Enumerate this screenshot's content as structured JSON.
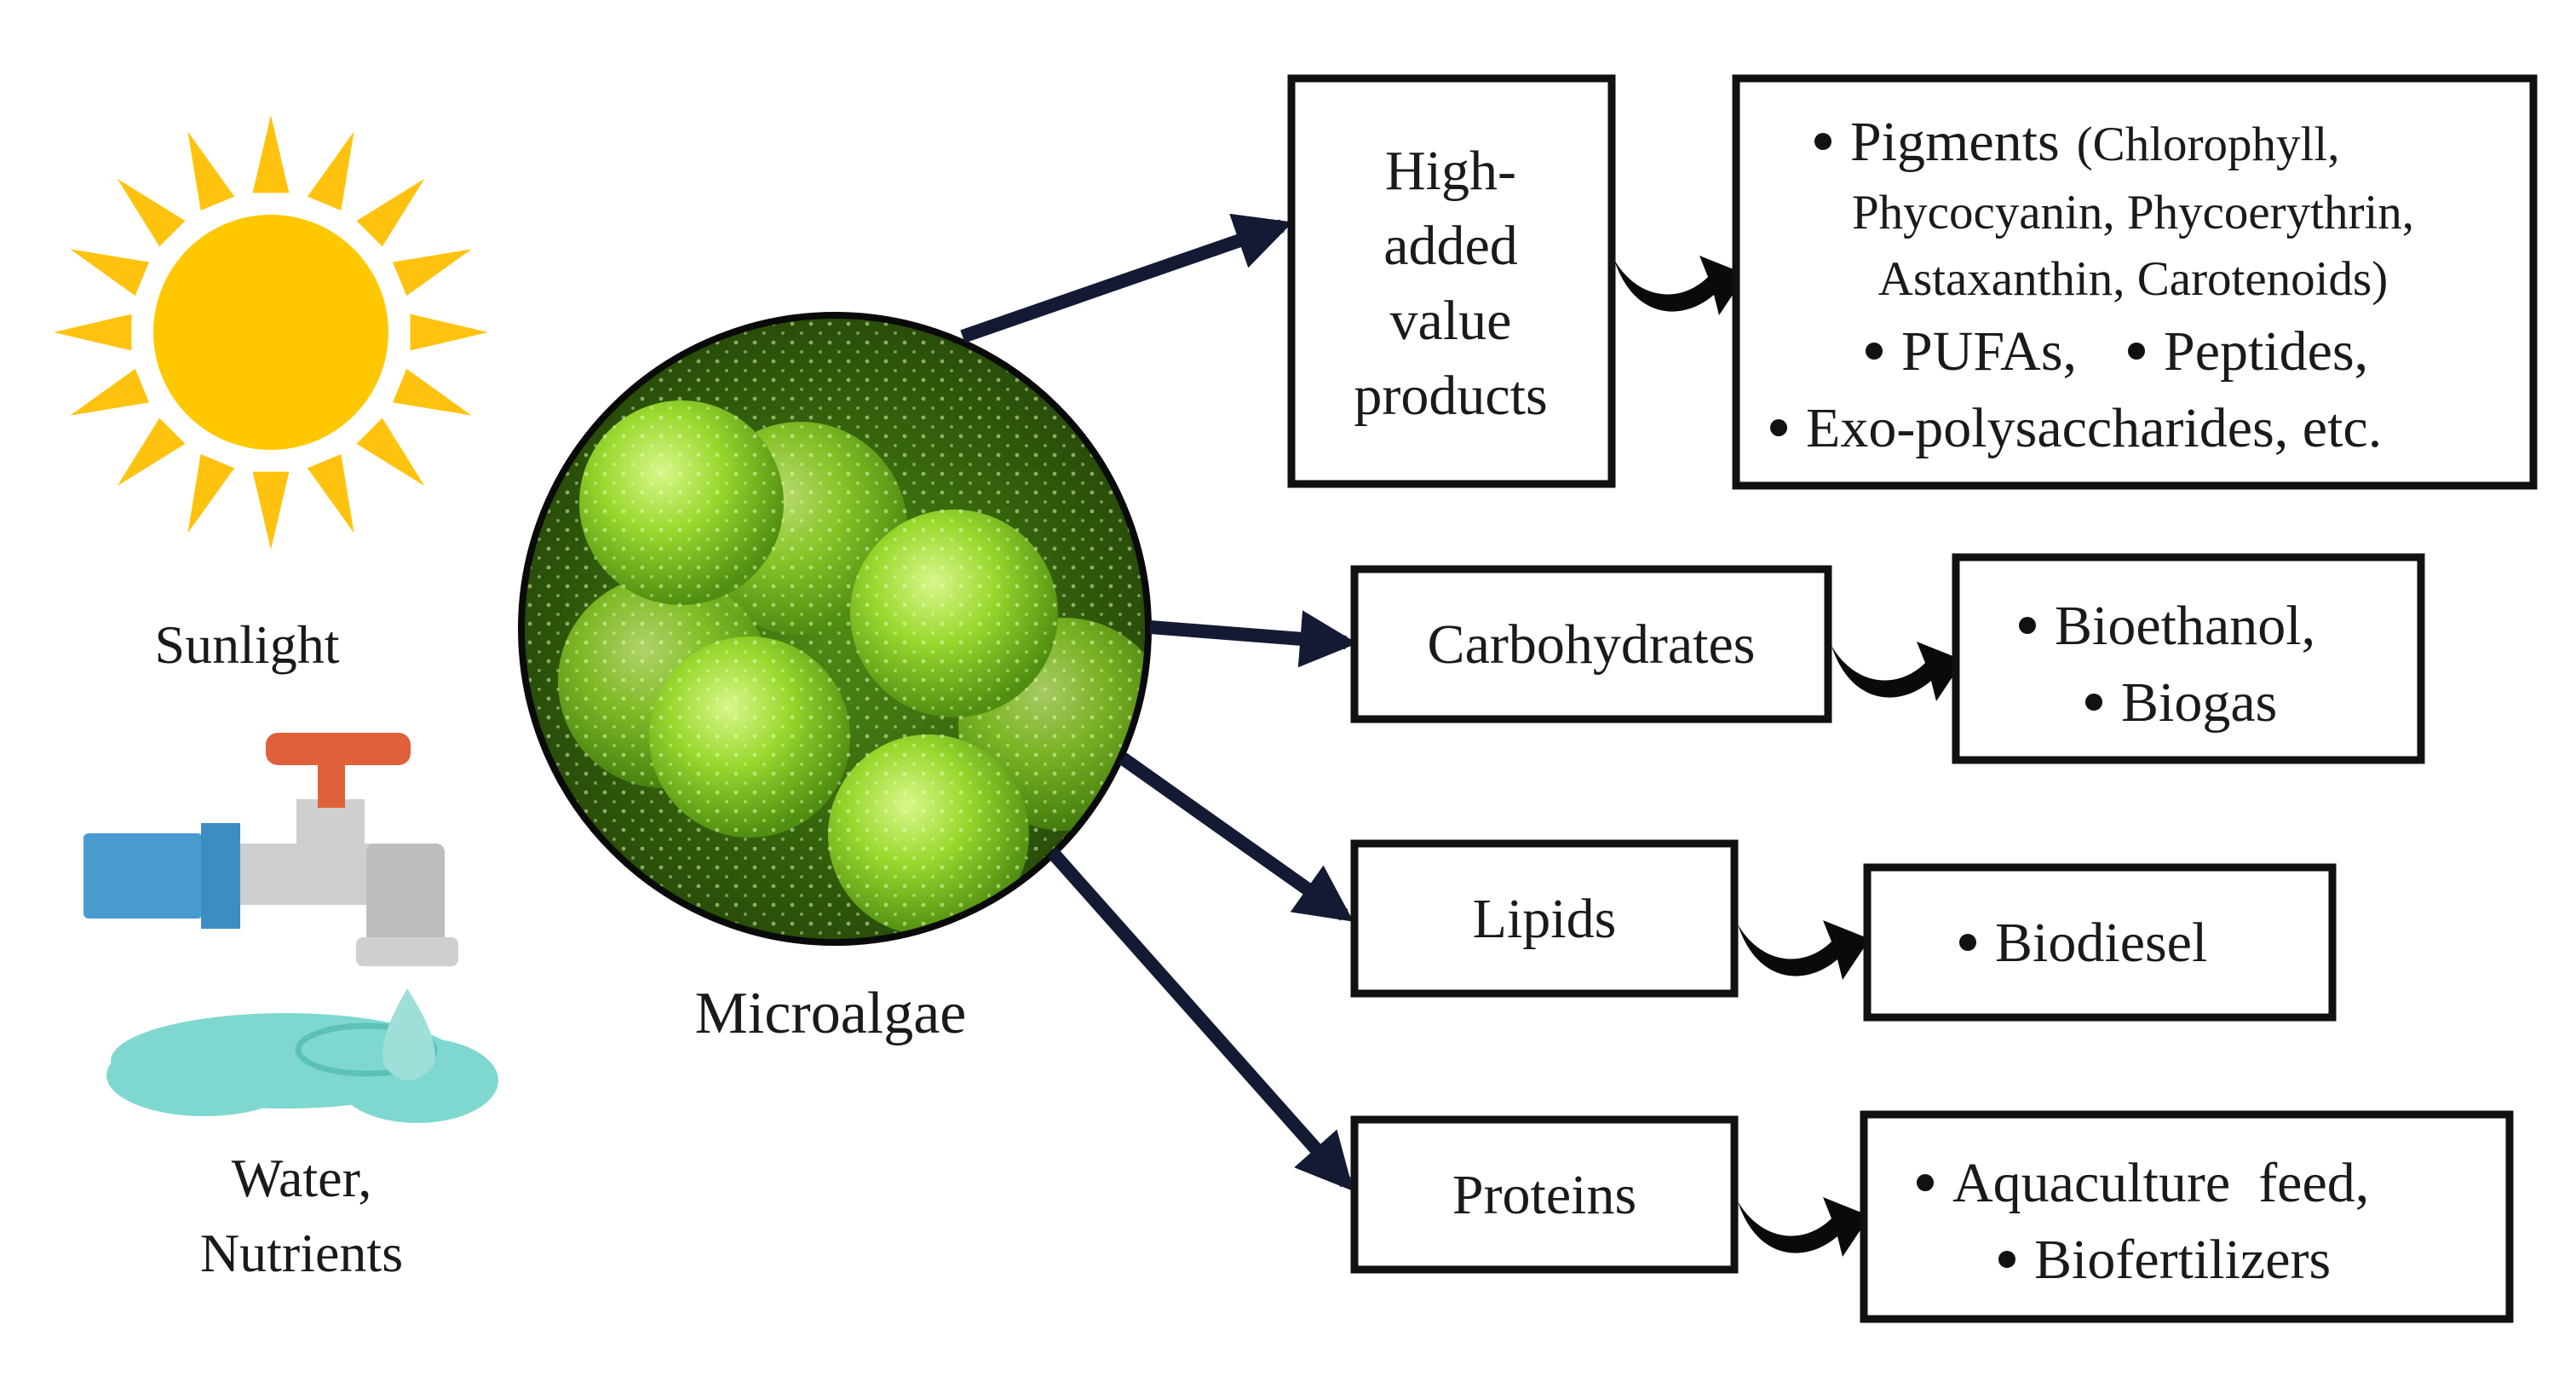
{
  "inputs": {
    "sunlight": "Sunlight",
    "water_line1": "Water,",
    "water_line2": "Nutrients"
  },
  "center": {
    "label": "Microalgae"
  },
  "categories": {
    "high_value": [
      "High-",
      "added",
      "value",
      "products"
    ],
    "carbohydrates": "Carbohydrates",
    "lipids": "Lipids",
    "proteins": "Proteins"
  },
  "products": {
    "high_value": {
      "line1_item": "Pigments",
      "line1_rest": "(Chlorophyll,",
      "line2": "Phycocyanin, Phycoerythrin,",
      "line3": "Astaxanthin, Carotenoids)",
      "line4_a": "PUFAs,",
      "line4_b": "Peptides,",
      "line5": "Exo-polysaccharides,  etc."
    },
    "carbohydrates": [
      "Bioethanol,",
      "Biogas"
    ],
    "lipids": [
      "Biodiesel"
    ],
    "proteins": [
      "Aquaculture  feed,",
      "Biofertilizers"
    ]
  },
  "colors": {
    "sun": "#FFC800",
    "sun_rays": "#FFC20E",
    "tap_handle": "#E0603A",
    "tap_body": "#C9C9C9",
    "pipe": "#4A9BD1",
    "water": "#7FD8D0",
    "algae_cell": "#8FD12A",
    "algae_bg": "#2E5A0C",
    "arrow": "#141a33"
  }
}
